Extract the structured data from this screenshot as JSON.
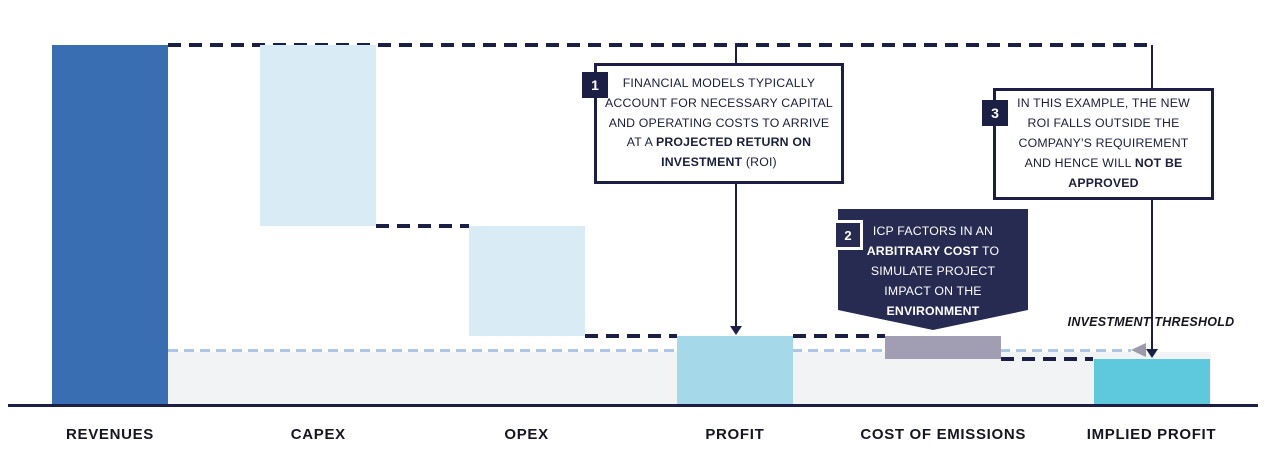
{
  "chart_data": {
    "type": "waterfall",
    "title": "",
    "xlabel": "",
    "ylabel": "",
    "units": "relative scale estimated from bar heights (no numeric axis shown); revenues = 100",
    "grid": false,
    "legend": false,
    "connector_style": "dashed",
    "categories": [
      "REVENUES",
      "CAPEX",
      "OPEX",
      "PROFIT",
      "COST OF EMISSIONS",
      "IMPLIED PROFIT"
    ],
    "series": [
      {
        "name": "revenues",
        "label": "REVENUES",
        "start": 0,
        "end": 100,
        "delta": 100,
        "color": "#3a6eb3"
      },
      {
        "name": "capex",
        "label": "CAPEX",
        "start": 100,
        "end": 50,
        "delta": -50,
        "color": "#d9ebf4"
      },
      {
        "name": "opex",
        "label": "OPEX",
        "start": 50,
        "end": 19.5,
        "delta": -30.5,
        "color": "#d9ebf4"
      },
      {
        "name": "profit",
        "label": "PROFIT",
        "start": 0,
        "end": 19.5,
        "delta": 19.5,
        "color": "#a5d8e9"
      },
      {
        "name": "cost-of-emissions",
        "label": "COST OF EMISSIONS",
        "start": 19.5,
        "end": 13,
        "delta": -6.5,
        "color": "#a19eb4"
      },
      {
        "name": "implied-profit",
        "label": "IMPLIED PROFIT",
        "start": 0,
        "end": 13,
        "delta": 13,
        "color": "#5ec9dd"
      }
    ],
    "threshold": {
      "label": "INVESTMENT THRESHOLD",
      "value": 15.5,
      "line_color": "#aec6e6",
      "marker_color": "#9b99ab"
    },
    "baseline_color": "#1b1f45",
    "reference_level_color": "#1b1f45",
    "band_color": "#f2f3f5"
  },
  "callouts": {
    "c1": {
      "number": "1",
      "lines": [
        "FINANCIAL MODELS TYPICALLY",
        "ACCOUNT FOR NECESSARY CAPITAL",
        "AND OPERATING COSTS TO ARRIVE",
        "AT A **PROJECTED RETURN ON**",
        "**INVESTMENT** (ROI)"
      ]
    },
    "c2": {
      "number": "2",
      "lines": [
        "ICP FACTORS IN AN",
        "**ARBITRARY COST** TO",
        "SIMULATE PROJECT",
        "IMPACT ON THE",
        "**ENVIRONMENT**"
      ]
    },
    "c3": {
      "number": "3",
      "lines": [
        "IN THIS EXAMPLE, THE NEW",
        "ROI FALLS OUTSIDE THE",
        "COMPANY'S REQUIREMENT",
        "AND HENCE WILL **NOT BE**",
        "**APPROVED**"
      ]
    }
  },
  "threshold_label": "INVESTMENT THRESHOLD",
  "colors": {
    "navy": "#1b1f45",
    "banner_navy": "#272b52",
    "revenue_blue": "#3a6eb3",
    "pale_blue": "#d9ebf4",
    "profit_blue": "#a5d8e9",
    "emissions_gray": "#a19eb4",
    "implied_cyan": "#5ec9dd",
    "threshold_dash": "#aec6e6",
    "threshold_marker": "#9b99ab",
    "band_gray": "#f2f3f5"
  }
}
